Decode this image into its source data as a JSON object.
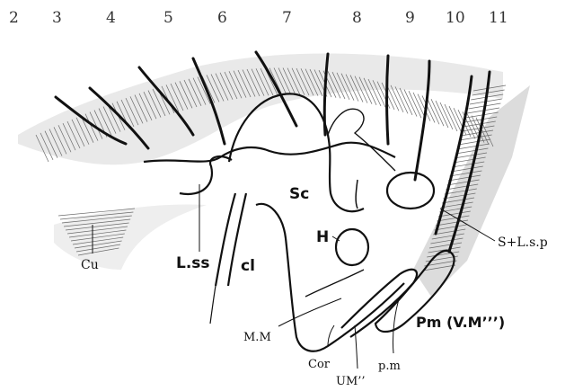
{
  "segments": [
    "2",
    "3",
    "4",
    "5",
    "6",
    "7",
    "8",
    "9",
    "10",
    "11"
  ],
  "labels": {
    "sc": "Sc",
    "h": "H",
    "lss": "L.ss",
    "cl": "cl",
    "cu": "Cu",
    "slsp": "S+L.s.p",
    "pm": "Pm (V.M’’’)",
    "mm": "M.M",
    "cor": "Cor",
    "pm_small": "p.m",
    "um": "UM’’"
  },
  "colors": {
    "ink": "#111111",
    "hatch": "#555555",
    "paper": "#ffffff"
  }
}
